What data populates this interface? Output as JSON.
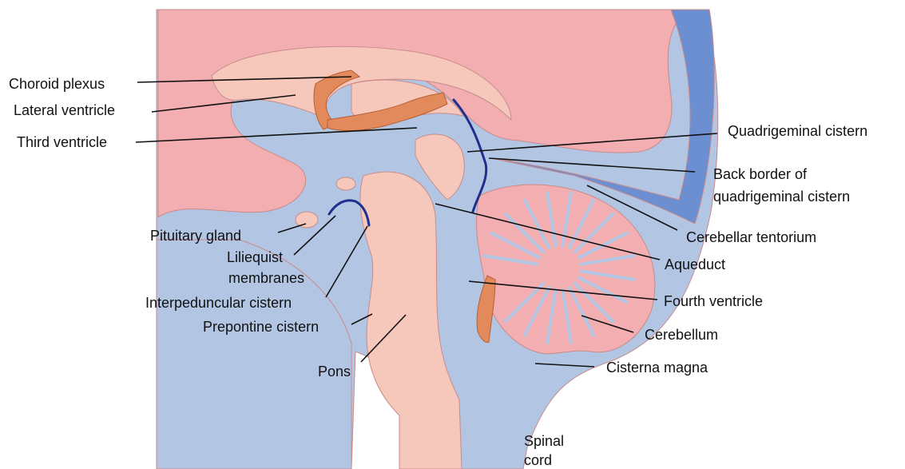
{
  "colors": {
    "csf": "#b2c6e4",
    "brain": "#f2aeb0",
    "tissue": "#f6c8bb",
    "choroid": "#e38a5c",
    "membrane": "#1e2f8c",
    "tentorium": "#6b8fd0",
    "outline": "#c98a8a",
    "line": "#111111"
  },
  "labels": {
    "choroid_plexus": "Choroid plexus",
    "lateral_ventricle": "Lateral ventricle",
    "third_ventricle": "Third ventricle",
    "quadrigeminal_cistern": "Quadrigeminal  cistern",
    "back_border_1": "Back border of",
    "back_border_2": "quadrigeminal  cistern",
    "cerebellar_tentorium": "Cerebellar tentorium",
    "aqueduct": "Aqueduct",
    "fourth_ventricle": "Fourth ventricle",
    "cerebellum": "Cerebellum",
    "cisterna_magna": "Cisterna magna",
    "pituitary_gland": "Pituitary gland",
    "liliequist_1": "Liliequist",
    "liliequist_2": "membranes",
    "interpeduncular_cistern": "Interpeduncular cistern",
    "prepontine_cistern": "Prepontine cistern",
    "pons": "Pons",
    "spinal_cord_1": "Spinal",
    "spinal_cord_2": "cord"
  }
}
